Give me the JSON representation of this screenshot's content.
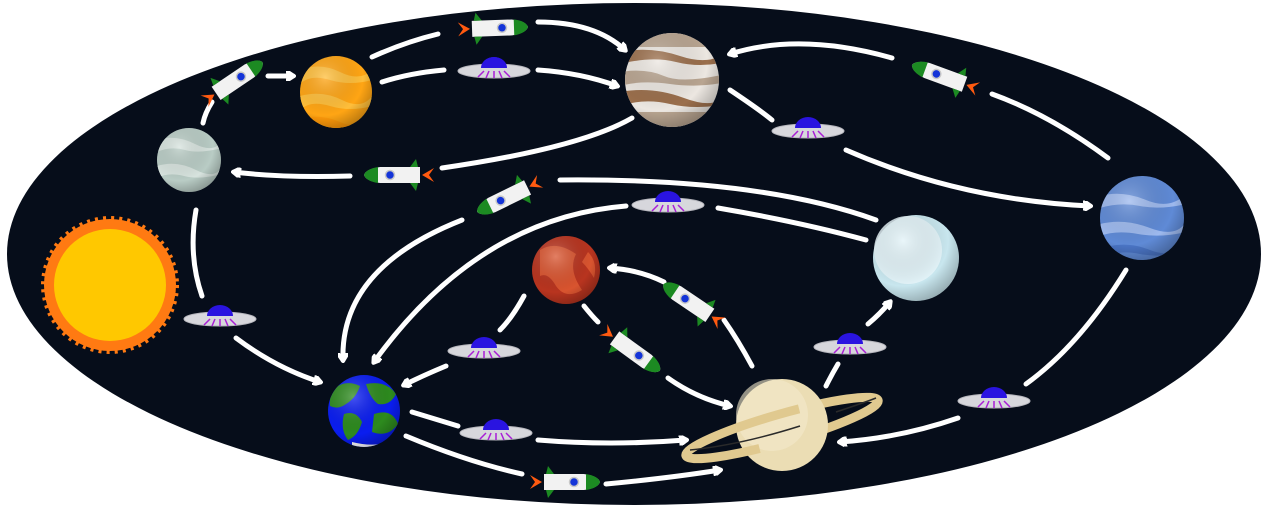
{
  "colors": {
    "space": "#060d1a",
    "arrow": "#ffffff",
    "sun_core": "#ffc800",
    "sun_rays": "#ff7a12",
    "ufo_dome": "#2a14e0",
    "ufo_body": "#d7d7dc",
    "ufo_beams": "#a91fd6",
    "rocket_body": "#f2f2f2",
    "rocket_fins": "#1c8a22",
    "rocket_window": "#1434d8",
    "rocket_flame": "#ff5a10"
  },
  "bodies": [
    {
      "id": "sun",
      "kind": "sun"
    },
    {
      "id": "venus",
      "kind": "planet",
      "colors": [
        "#ffa514",
        "#ffbe3a"
      ]
    },
    {
      "id": "mercury",
      "kind": "planet",
      "colors": [
        "#b9ccc5",
        "#d7e3de"
      ]
    },
    {
      "id": "jupiter",
      "kind": "planet",
      "colors": [
        "#b9a591",
        "#ece7e1",
        "#9b6f4c"
      ]
    },
    {
      "id": "neptune",
      "kind": "planet",
      "colors": [
        "#5f8ad6",
        "#9db9ee"
      ]
    },
    {
      "id": "uranus",
      "kind": "planet",
      "colors": [
        "#c8e6ee",
        "#e8f6fa"
      ]
    },
    {
      "id": "mars",
      "kind": "planet",
      "colors": [
        "#b8341f",
        "#d9542f"
      ]
    },
    {
      "id": "earth",
      "kind": "planet",
      "colors": [
        "#0a1df0",
        "#2d8a1e"
      ]
    },
    {
      "id": "saturn",
      "kind": "planet",
      "colors": [
        "#ebddb4",
        "#e0c98f"
      ]
    }
  ],
  "vehicles": [
    "rocket",
    "ufo"
  ],
  "connections": [
    {
      "from": "mercury",
      "to": "venus",
      "vehicle": "rocket"
    },
    {
      "from": "venus",
      "to": "jupiter",
      "vehicle": "rocket"
    },
    {
      "from": "venus",
      "to": "jupiter",
      "vehicle": "ufo"
    },
    {
      "from": "jupiter",
      "to": "mercury",
      "vehicle": "rocket"
    },
    {
      "from": "neptune",
      "to": "jupiter",
      "vehicle": "rocket"
    },
    {
      "from": "jupiter",
      "to": "neptune",
      "vehicle": "ufo"
    },
    {
      "from": "mercury",
      "to": "earth",
      "vehicle": "ufo"
    },
    {
      "from": "uranus",
      "to": "earth",
      "vehicle": "rocket"
    },
    {
      "from": "uranus",
      "to": "earth",
      "vehicle": "ufo"
    },
    {
      "from": "mars",
      "to": "earth",
      "vehicle": "ufo"
    },
    {
      "from": "saturn",
      "to": "mars",
      "vehicle": "rocket"
    },
    {
      "from": "mars",
      "to": "saturn",
      "vehicle": "rocket"
    },
    {
      "from": "earth",
      "to": "saturn",
      "vehicle": "ufo"
    },
    {
      "from": "earth",
      "to": "saturn",
      "vehicle": "rocket"
    },
    {
      "from": "saturn",
      "to": "uranus",
      "vehicle": "ufo"
    },
    {
      "from": "neptune",
      "to": "saturn",
      "vehicle": "ufo"
    }
  ]
}
